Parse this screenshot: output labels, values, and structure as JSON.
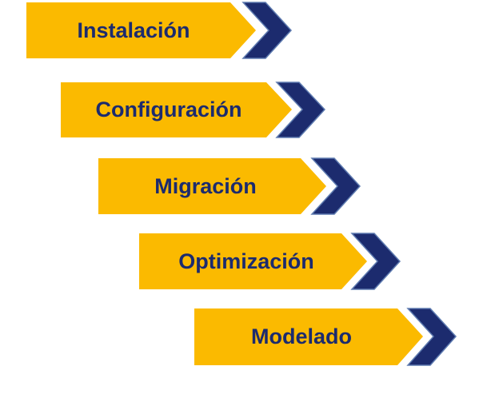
{
  "diagram": {
    "colors": {
      "bar_fill": "#FBBA00",
      "bar_highlight": "#FDCB35",
      "chevron_fill": "#1C2B6E",
      "chevron_edge": "#5E7BB0",
      "text": "#1C2B6E"
    },
    "steps": [
      {
        "label": "Instalación"
      },
      {
        "label": "Configuración"
      },
      {
        "label": "Migración"
      },
      {
        "label": "Optimización"
      },
      {
        "label": "Modelado"
      }
    ]
  }
}
